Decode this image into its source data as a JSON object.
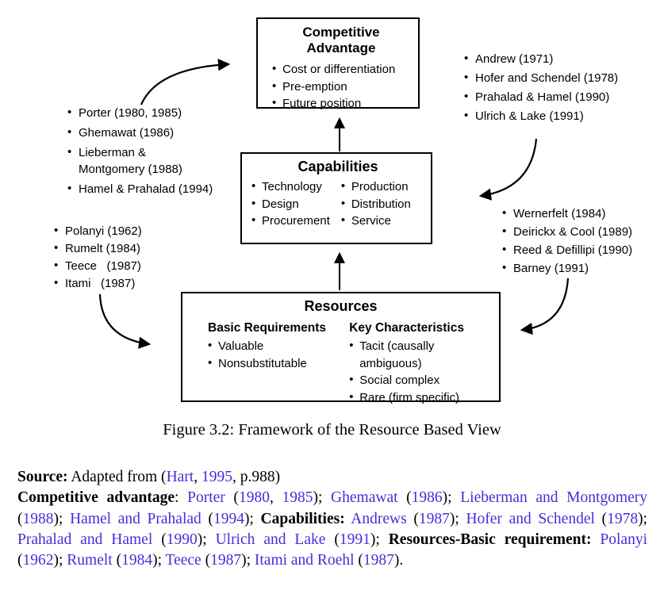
{
  "colors": {
    "link": "#4130d8",
    "text": "#000000",
    "line": "#000000"
  },
  "diagram": {
    "boxes": {
      "competitive_advantage": {
        "title": "Competitive Advantage",
        "bullets": [
          "Cost or differentiation",
          "Pre-emption",
          "Future position"
        ]
      },
      "capabilities": {
        "title": "Capabilities",
        "col1": [
          "Technology",
          "Design",
          "Procurement"
        ],
        "col2": [
          "Production",
          "Distribution",
          "Service"
        ]
      },
      "resources": {
        "title": "Resources",
        "left_heading": "Basic Requirements",
        "left_bullets": [
          "Valuable",
          "Nonsubstitutable"
        ],
        "right_heading": "Key Characteristics",
        "right_bullets": [
          "Tacit (causally ambiguous)",
          "Social complex",
          "Rare (firm specific)"
        ]
      }
    },
    "citations": {
      "top_left": [
        "Porter (1980, 1985)",
        "Ghemawat (1986)",
        "Lieberman & Montgomery (1988)",
        "Hamel & Prahalad (1994)"
      ],
      "top_right": [
        "Andrew (1971)",
        "Hofer and Schendel (1978)",
        "Prahalad & Hamel (1990)",
        "Ulrich & Lake (1991)"
      ],
      "mid_right": [
        "Wernerfelt (1984)",
        "Deirickx & Cool (1989)",
        "Reed & Defillipi (1990)",
        "Barney (1991)"
      ],
      "bottom_left": [
        "Polanyi (1962)",
        "Rumelt (1984)",
        "Teece   (1987)",
        "Itami   (1987)"
      ]
    }
  },
  "caption": "Figure 3.2: Framework of the Resource Based View",
  "source_block": {
    "segments": [
      {
        "t": "Source:",
        "s": "bold"
      },
      {
        "t": " Adapted from (",
        "s": "plain"
      },
      {
        "t": "Hart",
        "s": "link"
      },
      {
        "t": ", ",
        "s": "plain"
      },
      {
        "t": "1995",
        "s": "link"
      },
      {
        "t": ", p.988)",
        "s": "plain"
      },
      {
        "t": "",
        "s": "break"
      },
      {
        "t": "Competitive advantage",
        "s": "bold"
      },
      {
        "t": ": ",
        "s": "plain"
      },
      {
        "t": "Porter",
        "s": "link"
      },
      {
        "t": " (",
        "s": "plain"
      },
      {
        "t": "1980",
        "s": "link"
      },
      {
        "t": ", ",
        "s": "plain"
      },
      {
        "t": "1985",
        "s": "link"
      },
      {
        "t": "); ",
        "s": "plain"
      },
      {
        "t": "Ghemawat",
        "s": "link"
      },
      {
        "t": " (",
        "s": "plain"
      },
      {
        "t": "1986",
        "s": "link"
      },
      {
        "t": "); ",
        "s": "plain"
      },
      {
        "t": "Lieberman and Montgomery",
        "s": "link"
      },
      {
        "t": " (",
        "s": "plain"
      },
      {
        "t": "1988",
        "s": "link"
      },
      {
        "t": "); ",
        "s": "plain"
      },
      {
        "t": "Hamel and Prahalad",
        "s": "link"
      },
      {
        "t": " (",
        "s": "plain"
      },
      {
        "t": "1994",
        "s": "link"
      },
      {
        "t": "); ",
        "s": "plain"
      },
      {
        "t": "Capabilities:",
        "s": "bold"
      },
      {
        "t": " ",
        "s": "plain"
      },
      {
        "t": "Andrews",
        "s": "link"
      },
      {
        "t": " (",
        "s": "plain"
      },
      {
        "t": "1987",
        "s": "link"
      },
      {
        "t": "); ",
        "s": "plain"
      },
      {
        "t": "Hofer and Schendel",
        "s": "link"
      },
      {
        "t": " (",
        "s": "plain"
      },
      {
        "t": "1978",
        "s": "link"
      },
      {
        "t": "); ",
        "s": "plain"
      },
      {
        "t": "Prahalad and Hamel",
        "s": "link"
      },
      {
        "t": " (",
        "s": "plain"
      },
      {
        "t": "1990",
        "s": "link"
      },
      {
        "t": "); ",
        "s": "plain"
      },
      {
        "t": "Ulrich and Lake",
        "s": "link"
      },
      {
        "t": " (",
        "s": "plain"
      },
      {
        "t": "1991",
        "s": "link"
      },
      {
        "t": "); ",
        "s": "plain"
      },
      {
        "t": "Resources-Basic requirement:",
        "s": "bold"
      },
      {
        "t": " ",
        "s": "plain"
      },
      {
        "t": "Polanyi",
        "s": "link"
      },
      {
        "t": " (",
        "s": "plain"
      },
      {
        "t": "1962",
        "s": "link"
      },
      {
        "t": "); ",
        "s": "plain"
      },
      {
        "t": "Rumelt",
        "s": "link"
      },
      {
        "t": " (",
        "s": "plain"
      },
      {
        "t": "1984",
        "s": "link"
      },
      {
        "t": "); ",
        "s": "plain"
      },
      {
        "t": "Teece",
        "s": "link"
      },
      {
        "t": " (",
        "s": "plain"
      },
      {
        "t": "1987",
        "s": "link"
      },
      {
        "t": "); ",
        "s": "plain"
      },
      {
        "t": "Itami and Roehl",
        "s": "link"
      },
      {
        "t": " (",
        "s": "plain"
      },
      {
        "t": "1987",
        "s": "link"
      },
      {
        "t": ").",
        "s": "plain"
      }
    ]
  }
}
